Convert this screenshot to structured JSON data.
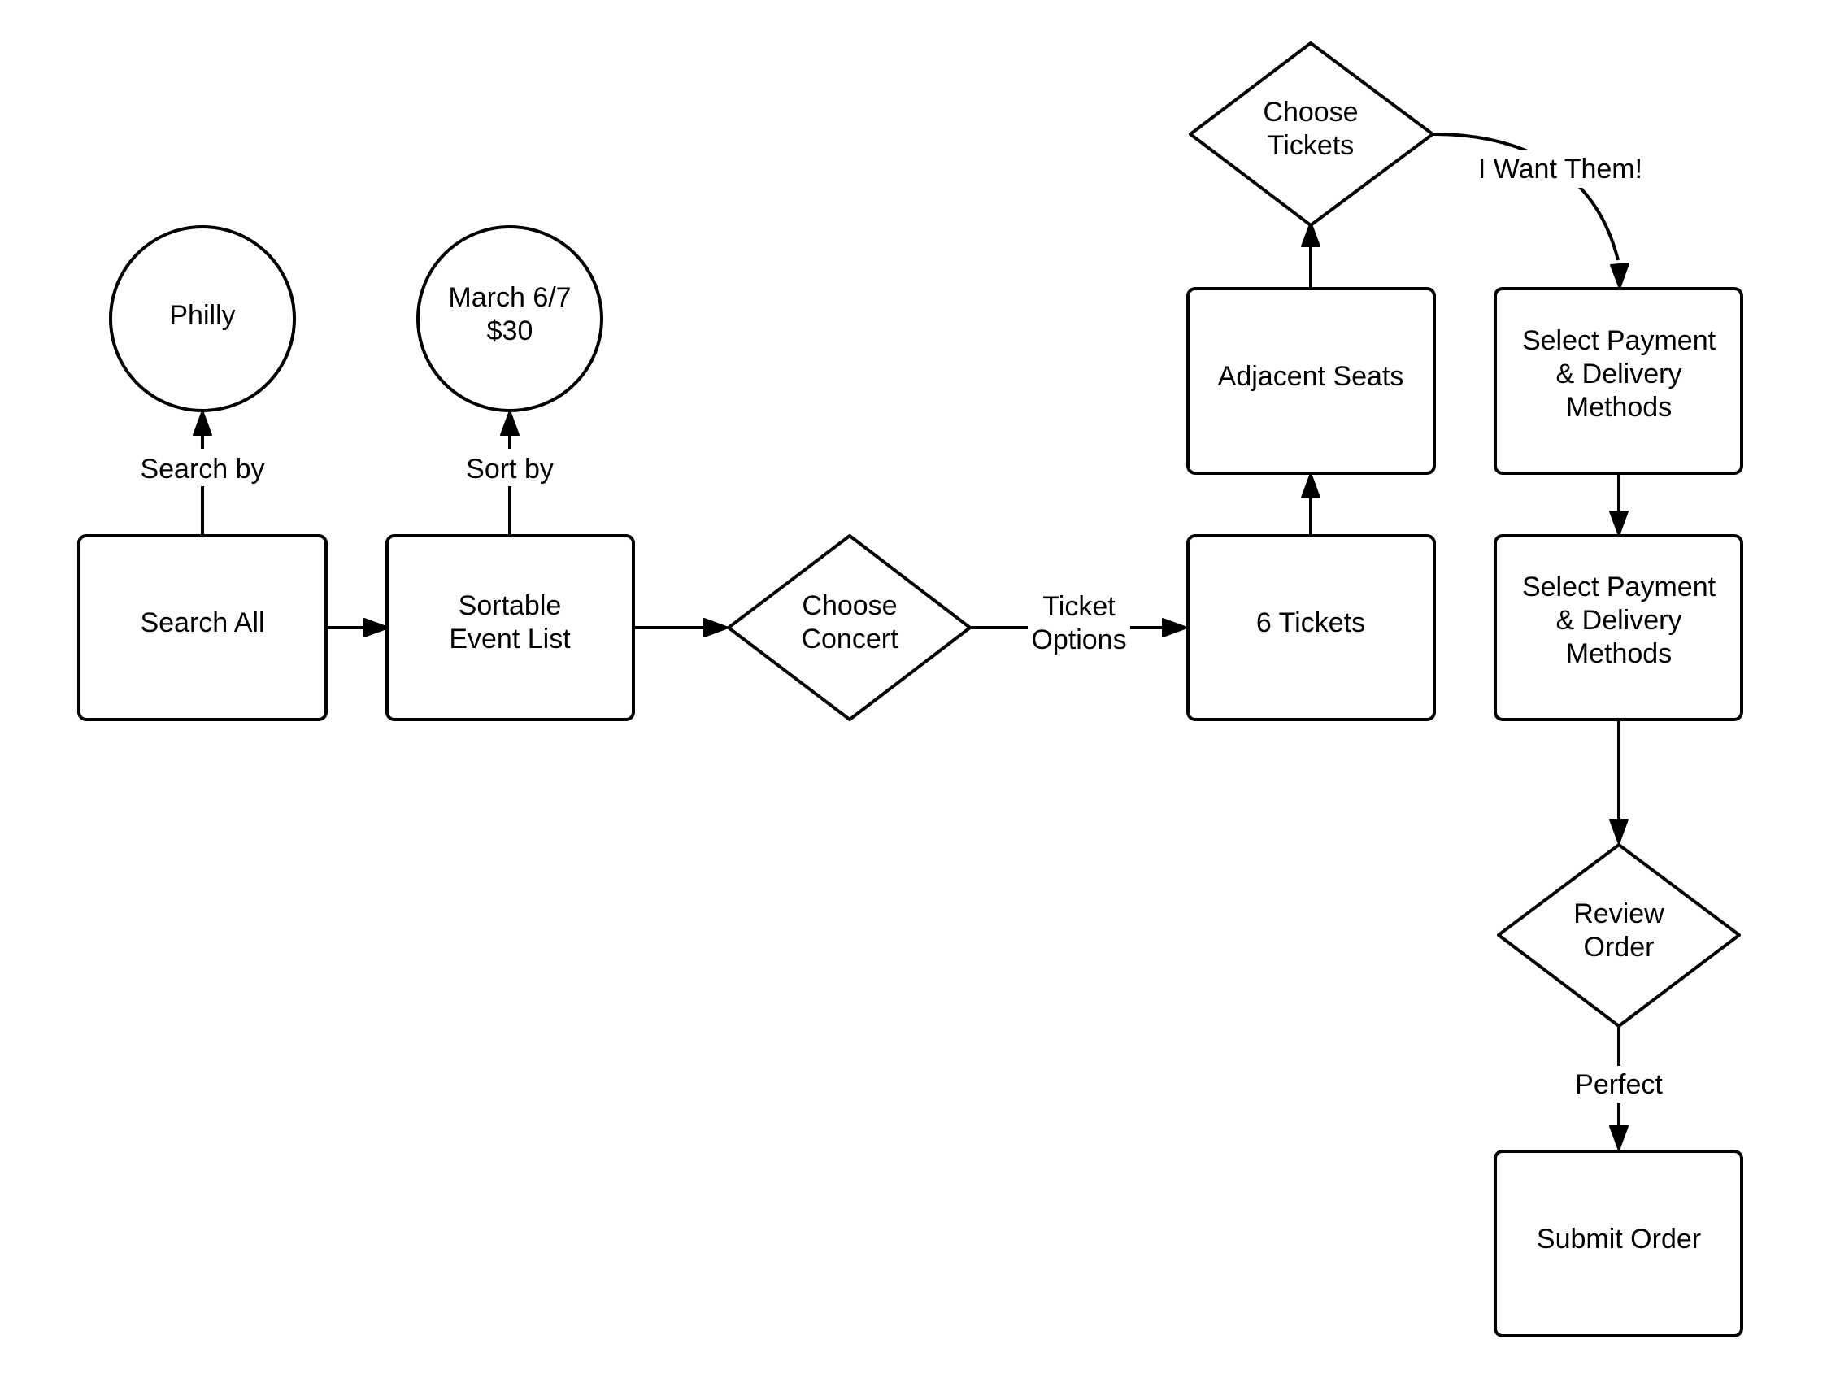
{
  "nodes": {
    "philly": {
      "label": "Philly"
    },
    "sort_circle": {
      "line1": "March 6/7",
      "line2": "$30"
    },
    "search_all": {
      "label": "Search All"
    },
    "sortable_list": {
      "line1": "Sortable",
      "line2": "Event List"
    },
    "choose_concert": {
      "line1": "Choose",
      "line2": "Concert"
    },
    "six_tickets": {
      "label": "6 Tickets"
    },
    "adjacent_seats": {
      "label": "Adjacent Seats"
    },
    "choose_tickets": {
      "line1": "Choose",
      "line2": "Tickets"
    },
    "select_payment_1": {
      "line1": "Select Payment",
      "line2": "& Delivery",
      "line3": "Methods"
    },
    "select_payment_2": {
      "line1": "Select Payment",
      "line2": "& Delivery",
      "line3": "Methods"
    },
    "review_order": {
      "line1": "Review",
      "line2": "Order"
    },
    "submit_order": {
      "label": "Submit Order"
    }
  },
  "edges": {
    "search_by": "Search by",
    "sort_by": "Sort by",
    "ticket_options_1": "Ticket",
    "ticket_options_2": "Options",
    "i_want_them": "I Want Them!",
    "perfect": "Perfect"
  }
}
